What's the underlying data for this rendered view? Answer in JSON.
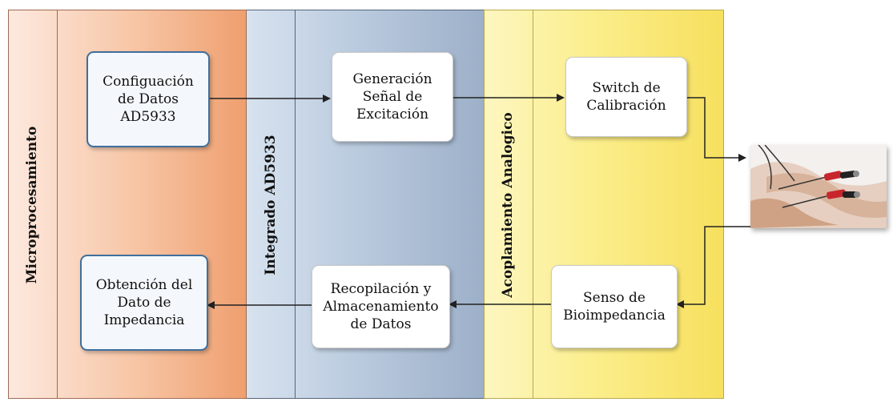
{
  "lanes": {
    "micro": "Microprocesamiento",
    "ad": "Integrado AD5933",
    "ac": "Acoplamiento Analogico"
  },
  "boxes": {
    "config": "Configuación\nde Datos\nAD5933",
    "generacion": "Generación\nSeñal de\nExcitación",
    "switch": "Switch de\nCalibración",
    "senso": "Senso de\nBioimpedancia",
    "recopilacion": "Recopilación y\nAlmacenamiento\nde Datos",
    "obtencion": "Obtención del\nDato de\nImpedancia"
  },
  "photo": {
    "icon": "electrode-arm-photo"
  }
}
